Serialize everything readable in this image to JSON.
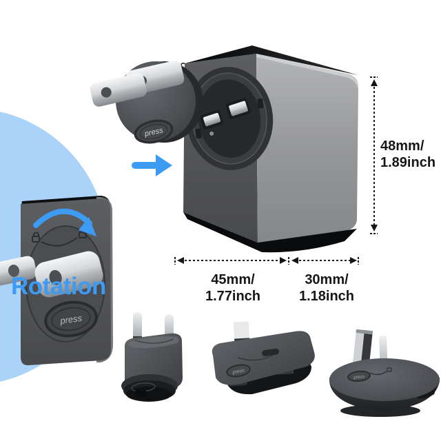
{
  "colors": {
    "accent_blue": "#3e9bf4",
    "circle_blue": "#abd3f8",
    "ink": "#161616",
    "charger_front": "#58595c",
    "charger_side": "#949598"
  },
  "labels": {
    "rotation": "Rotation",
    "press": "press"
  },
  "dimensions": {
    "height": {
      "mm": "48mm/",
      "inch": "1.89inch"
    },
    "width": {
      "mm": "45mm/",
      "inch": "1.77inch"
    },
    "depth": {
      "mm": "30mm/",
      "inch": "1.18inch"
    }
  },
  "icons": {
    "rotation_arrow": "curved-blue-arrow",
    "swap_arrow": "blue-right-arrow",
    "lock_closed": "padlock-closed",
    "lock_open": "padlock-open",
    "unlock_marker": "padlock-open-etched"
  }
}
